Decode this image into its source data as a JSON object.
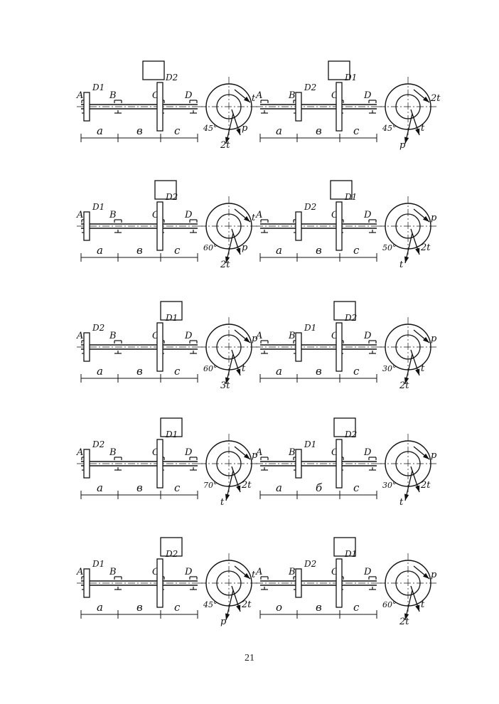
{
  "page": {
    "number": "21"
  },
  "variants": [
    {
      "id": "1",
      "supports": [
        "A",
        "B",
        "C",
        "D"
      ],
      "dims": [
        "a",
        "в",
        "c"
      ],
      "disks": [
        "D1",
        "D2"
      ],
      "angle": "45°",
      "forces": [
        "t",
        "p",
        "2t"
      ]
    },
    {
      "id": "2",
      "supports": [
        "A",
        "B",
        "C",
        "D"
      ],
      "dims": [
        "a",
        "в",
        "c"
      ],
      "disks": [
        "D1",
        "D2"
      ],
      "angle": "60°",
      "forces": [
        "t",
        "p",
        "2t"
      ]
    },
    {
      "id": "3",
      "supports": [
        "A",
        "B",
        "C",
        "D"
      ],
      "dims": [
        "a",
        "в",
        "c"
      ],
      "disks": [
        "D2",
        "D1"
      ],
      "angle": "60°",
      "forces": [
        "p",
        "t",
        "3t"
      ]
    },
    {
      "id": "4",
      "supports": [
        "A",
        "B",
        "C",
        "D"
      ],
      "dims": [
        "a",
        "в",
        "c"
      ],
      "disks": [
        "D2",
        "D1"
      ],
      "angle": "70°",
      "forces": [
        "p",
        "2t",
        "t"
      ]
    },
    {
      "id": "5",
      "supports": [
        "A",
        "B",
        "C",
        "D"
      ],
      "dims": [
        "a",
        "в",
        "c"
      ],
      "disks": [
        "D1",
        "D2"
      ],
      "angle": "45°",
      "forces": [
        "t",
        "2t",
        "p"
      ]
    },
    {
      "id": "6",
      "supports": [
        "A",
        "B",
        "C",
        "D"
      ],
      "dims": [
        "a",
        "в",
        "c"
      ],
      "disks": [
        "D2",
        "D1"
      ],
      "angle": "45°",
      "forces": [
        "2t",
        "t",
        "p"
      ]
    },
    {
      "id": "7",
      "supports": [
        "A",
        "C",
        "D"
      ],
      "dims": [
        "a",
        "в",
        "c"
      ],
      "disks": [
        "D2",
        "D1"
      ],
      "angle": "50°",
      "forces": [
        "p",
        "2t",
        "t"
      ]
    },
    {
      "id": "8",
      "supports": [
        "A",
        "B",
        "C",
        "D"
      ],
      "dims": [
        "a",
        "в",
        "c"
      ],
      "disks": [
        "D1",
        "D2"
      ],
      "angle": "30°",
      "forces": [
        "p",
        "t",
        "2t"
      ]
    },
    {
      "id": "9",
      "supports": [
        "A",
        "B",
        "C",
        "D"
      ],
      "dims": [
        "a",
        "б",
        "c"
      ],
      "disks": [
        "D1",
        "D2"
      ],
      "angle": "30°",
      "forces": [
        "p",
        "2t",
        "t"
      ]
    },
    {
      "id": "10",
      "supports": [
        "A",
        "B",
        "C",
        "D"
      ],
      "dims": [
        "o",
        "в",
        "c"
      ],
      "disks": [
        "D2",
        "D1"
      ],
      "angle": "60°",
      "forces": [
        "p",
        "t",
        "2t"
      ]
    }
  ]
}
